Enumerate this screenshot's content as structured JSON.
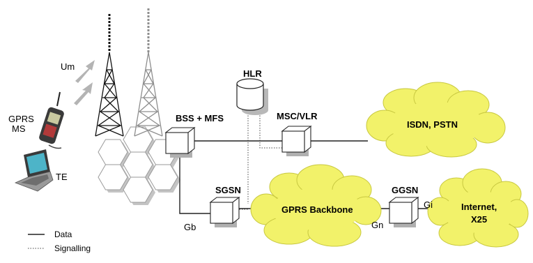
{
  "nodes": {
    "hlr": "HLR",
    "bss": "BSS + MFS",
    "msc": "MSC/VLR",
    "sgsn": "SGSN",
    "ggsn": "GGSN"
  },
  "clouds": {
    "isdn": "ISDN, PSTN",
    "backbone": "GPRS Backbone",
    "internet_line1": "Internet,",
    "internet_line2": "X25"
  },
  "interfaces": {
    "um": "Um",
    "gb": "Gb",
    "gn": "Gn",
    "gi": "Gi"
  },
  "devices": {
    "ms_line1": "GPRS",
    "ms_line2": "MS",
    "te": "TE"
  },
  "legend": {
    "data": "Data",
    "signalling": "Signalling"
  },
  "colors": {
    "cloud_fill": "#f2f26a",
    "cloud_edge": "#c8c840",
    "node_fill": "#ffffff",
    "shadow": "#b0b0b0",
    "arrow": "#b4b4b4"
  }
}
